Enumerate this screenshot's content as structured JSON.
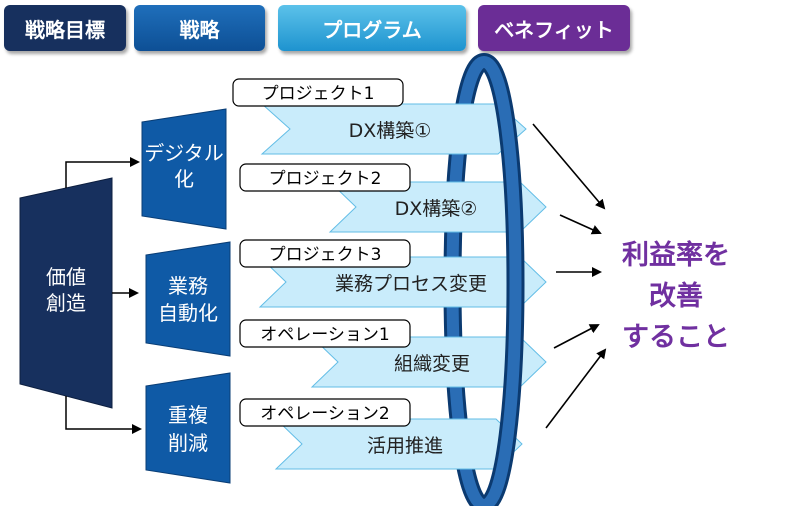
{
  "headers": {
    "strategic_goal": "戦略目標",
    "strategy": "戦略",
    "program": "プログラム",
    "benefit": "ベネフィット"
  },
  "value_creation": [
    "価値",
    "創造"
  ],
  "strategies": [
    [
      "デジタル",
      "化"
    ],
    [
      "業務",
      "自動化"
    ],
    [
      "重複",
      "削減"
    ]
  ],
  "components": [
    {
      "tag": "プロジェクト1",
      "label": "DX構築①"
    },
    {
      "tag": "プロジェクト2",
      "label": "DX構築②"
    },
    {
      "tag": "プロジェクト3",
      "label": "業務プロセス変更"
    },
    {
      "tag": "オペレーション1",
      "label": "組織変更"
    },
    {
      "tag": "オペレーション2",
      "label": "活用推進"
    }
  ],
  "outcome": [
    "利益率を",
    "改善",
    "すること"
  ],
  "colors": {
    "navy": "#17305e",
    "blue": "#0f5aa6",
    "ring": "#1c5aa6",
    "light_blue": "#5cc2ea",
    "arrow_fill": "#c9ecfb",
    "purple": "#6b2d96"
  }
}
